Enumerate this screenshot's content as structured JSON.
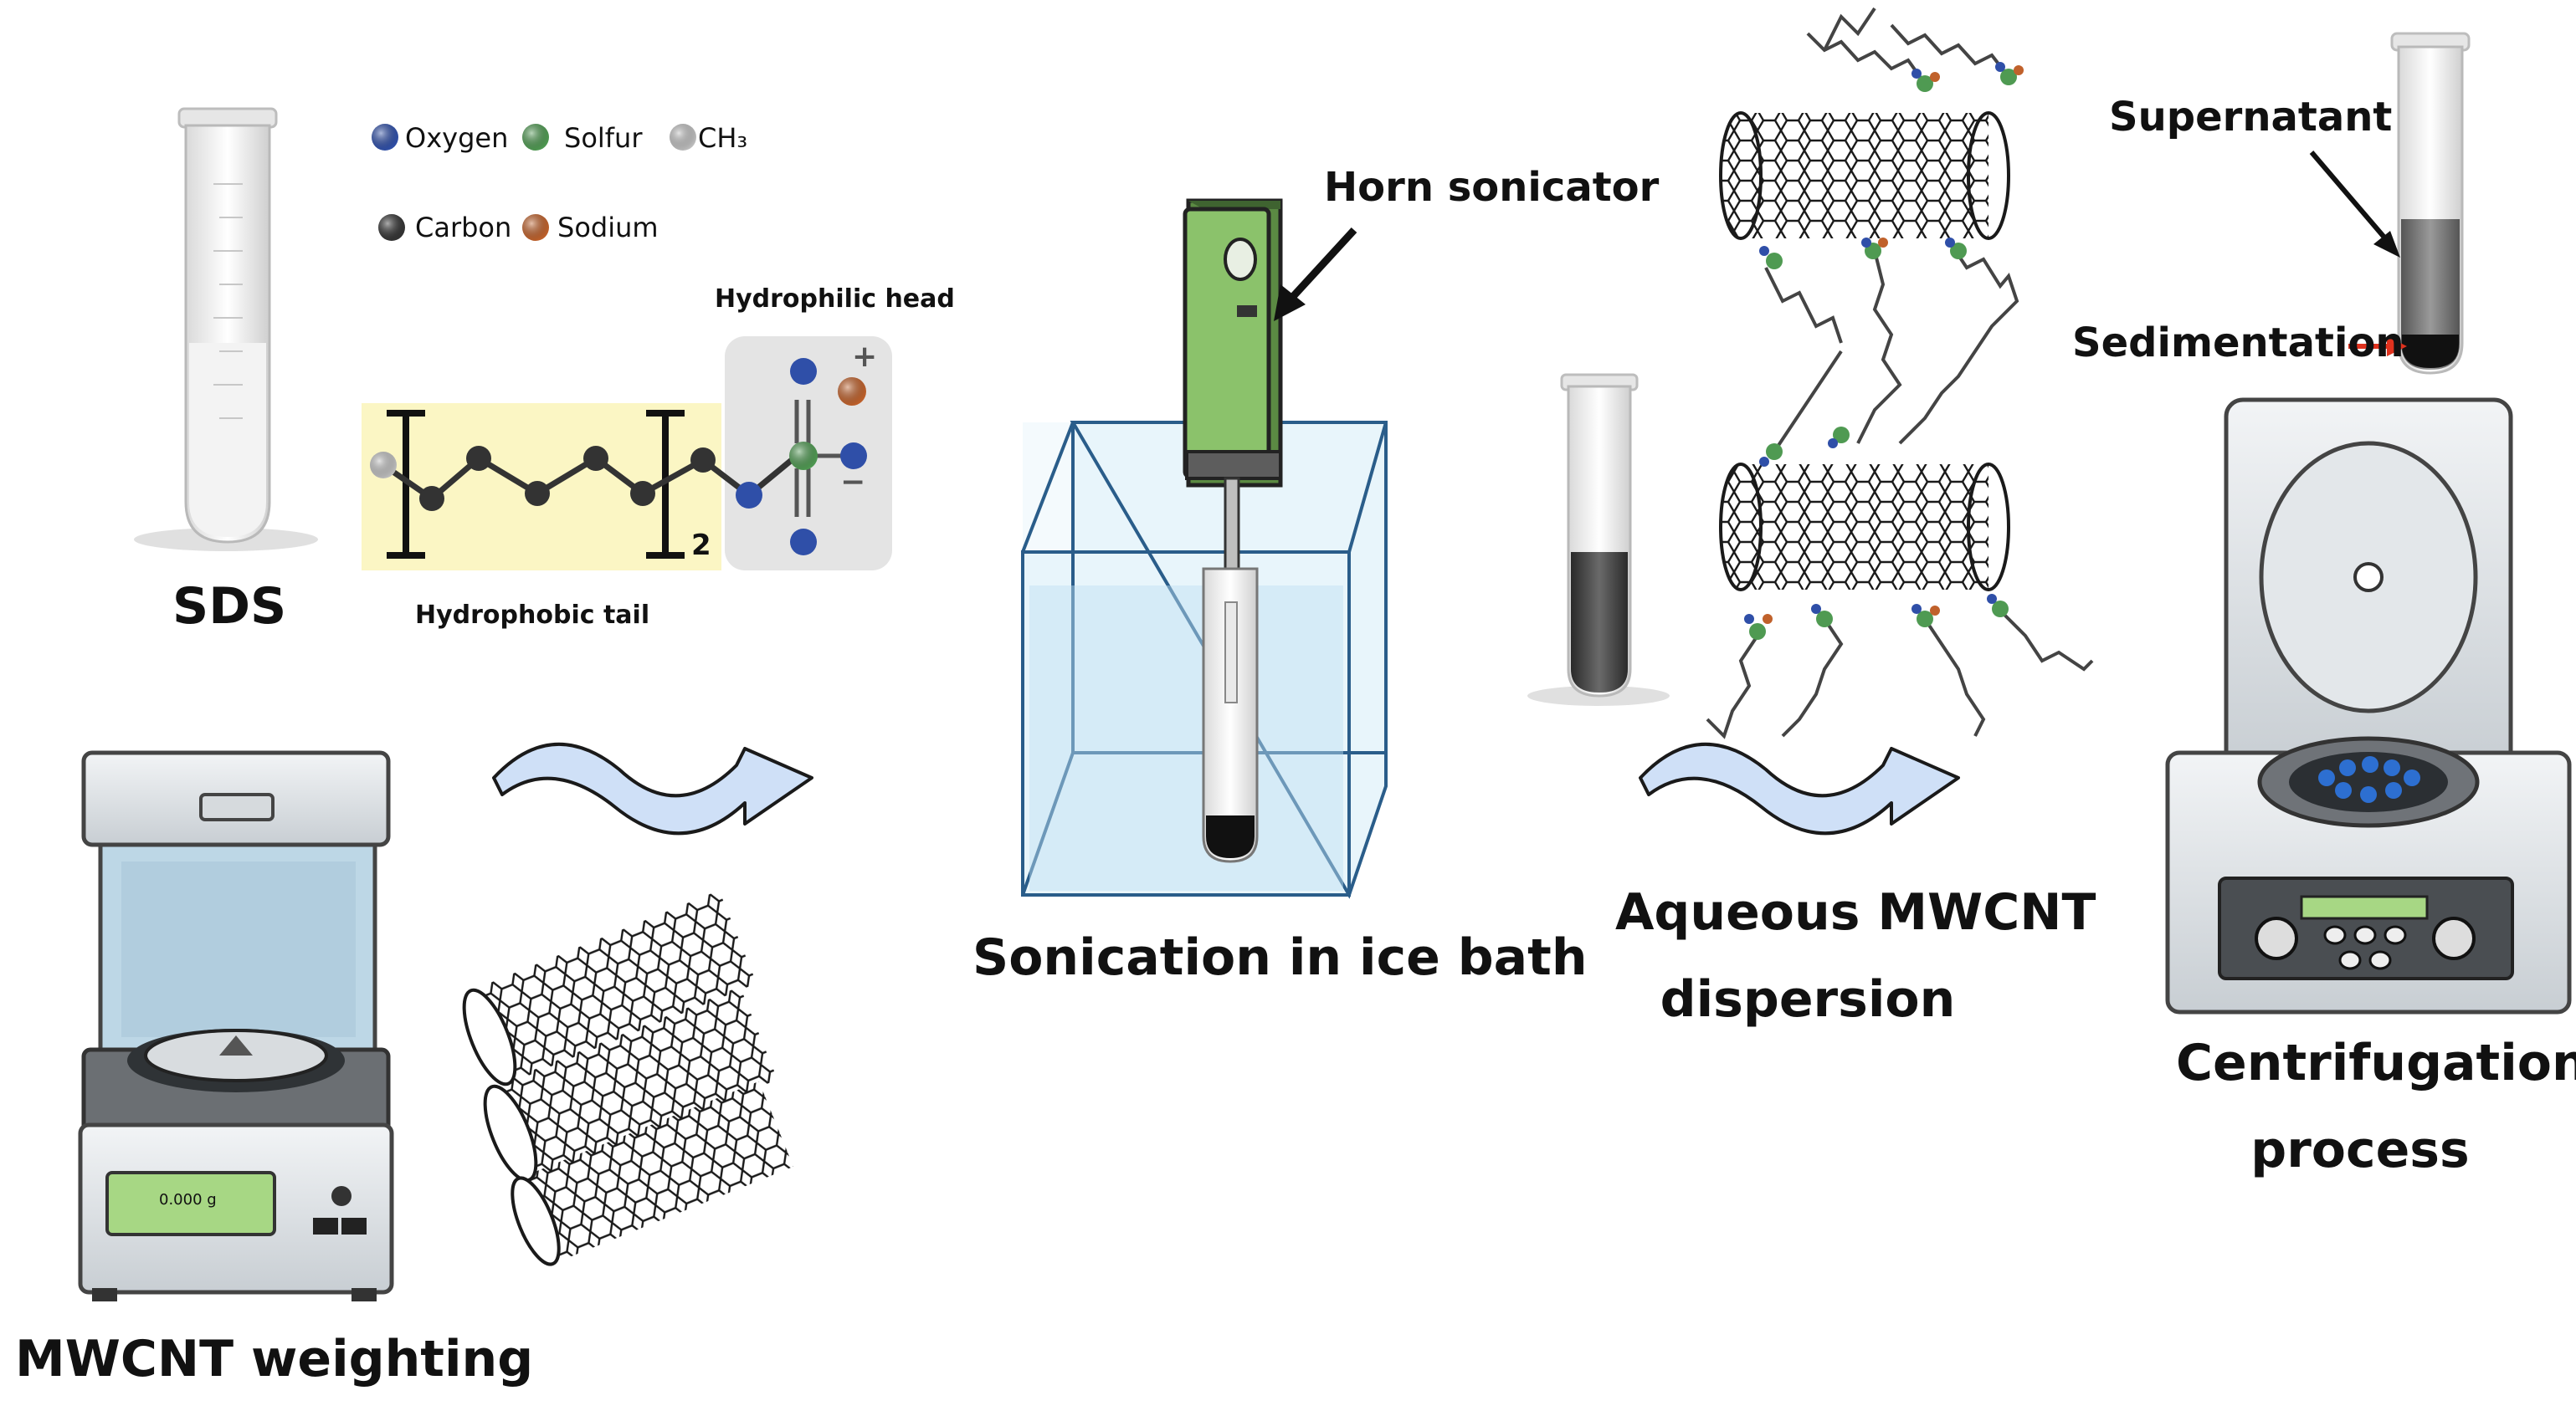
{
  "labels": {
    "sds": "SDS",
    "hydrophobic_tail": "Hydrophobic tail",
    "hydrophilic_head": "Hydrophilic head",
    "subscript_2": "2",
    "plus": "+",
    "minus": "−",
    "mwcnt_weighting": "MWCNT weighting",
    "balance_display": "0.000 g",
    "horn_sonicator": "Horn sonicator",
    "sonication": "Sonication in ice bath",
    "aqueous_line1": "Aqueous MWCNT",
    "aqueous_line2": "dispersion",
    "supernatant": "Supernatant",
    "sedimentation": "Sedimentation",
    "centrifugation_line1": "Centrifugation",
    "centrifugation_line2": "process"
  },
  "legend": [
    {
      "label": "Oxygen",
      "color": "#2f4fa8"
    },
    {
      "label": "Solfur",
      "color": "#4f9a52"
    },
    {
      "label": "CH₃",
      "color": "#bfbfbf"
    },
    {
      "label": "Carbon",
      "color": "#333333"
    },
    {
      "label": "Sodium",
      "color": "#c0612b"
    }
  ],
  "colors": {
    "arrow_fill": "#cfe0f7",
    "arrow_stroke": "#1a1a1a",
    "tail_box": "#fbf6c4",
    "head_box": "#e4e4e4",
    "sonicator_green": "#8bc26b",
    "ice_bath": "#d6ecf7",
    "red_arrow": "#e0321e",
    "display_green": "#a7d784"
  },
  "icons": [
    "test-tube-icon",
    "balance-icon",
    "carbon-nanotube-icon",
    "sonicator-icon",
    "ice-bath-icon",
    "centrifuge-icon",
    "wavy-arrow-icon"
  ]
}
